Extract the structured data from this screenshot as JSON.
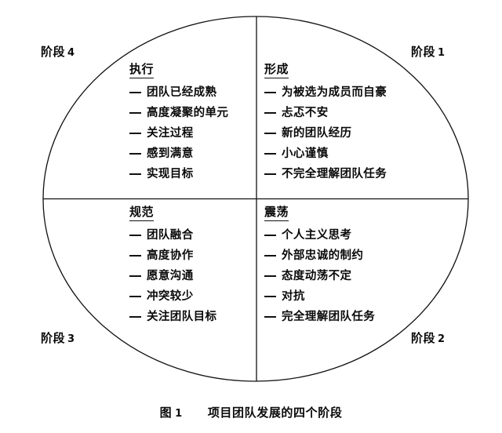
{
  "figure": {
    "shape": "ellipse",
    "divider_lines": [
      "horizontal",
      "vertical"
    ],
    "line_color": "#111111",
    "background_color": "#ffffff"
  },
  "stages": [
    {
      "id": "stage-4",
      "label": "阶段",
      "number": "4",
      "position": "top-left"
    },
    {
      "id": "stage-1",
      "label": "阶段",
      "number": "1",
      "position": "top-right"
    },
    {
      "id": "stage-3",
      "label": "阶段",
      "number": "3",
      "position": "bottom-left"
    },
    {
      "id": "stage-2",
      "label": "阶段",
      "number": "2",
      "position": "bottom-right"
    }
  ],
  "quadrants": {
    "performing": {
      "title": "执行",
      "items": [
        "团队已经成熟",
        "高度凝聚的单元",
        "关注过程",
        "感到满意",
        "实现目标"
      ]
    },
    "forming": {
      "title": "形成",
      "items": [
        "为被选为成员而自豪",
        "忐忑不安",
        "新的团队经历",
        "小心谨慎",
        "不完全理解团队任务"
      ]
    },
    "norming": {
      "title": "规范",
      "items": [
        "团队融合",
        "高度协作",
        "愿意沟通",
        "冲突较少",
        "关注团队目标"
      ]
    },
    "storming": {
      "title": "震荡",
      "items": [
        "个人主义思考",
        "外部忠诚的制约",
        "态度动荡不定",
        "对抗",
        "完全理解团队任务"
      ]
    }
  },
  "caption": {
    "prefix": "图",
    "number": "1",
    "text": "项目团队发展的四个阶段"
  }
}
